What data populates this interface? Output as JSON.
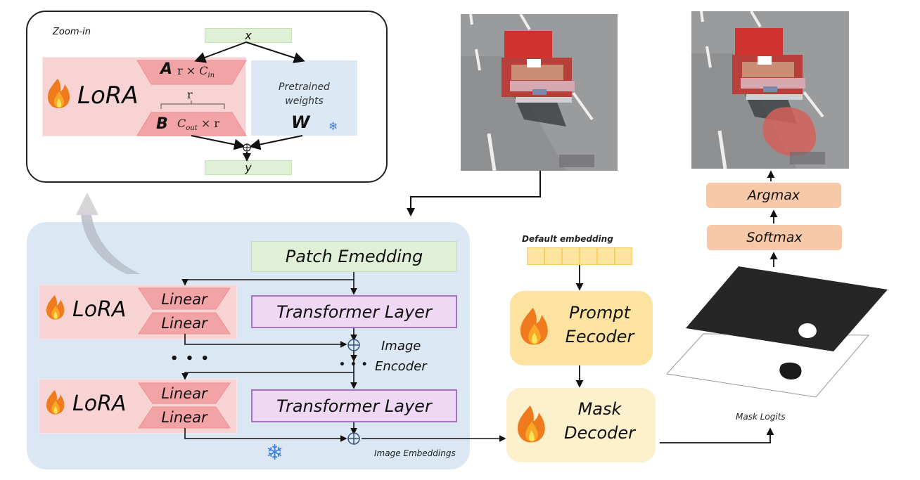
{
  "zoom_in": {
    "title": "Zoom-in",
    "x_label": "x",
    "y_label": "y",
    "lora_label": "LoRA",
    "A_label": "A",
    "A_dims": "r × C_in",
    "B_label": "B",
    "B_dims": "C_out × r",
    "rank_label": "r",
    "pretrained_label_line1": "Pretrained",
    "pretrained_label_line2": "weights",
    "W_label": "W",
    "frozen_icon": "snowflake-icon",
    "trainable_icon": "flame-icon"
  },
  "encoder": {
    "patch_embedding": "Patch Emedding",
    "transformer_layer_1": "Transformer Layer",
    "transformer_layer_2": "Transformer Layer",
    "lora_1": {
      "label": "LoRA",
      "linear_top": "Linear",
      "linear_bottom": "Linear"
    },
    "lora_2": {
      "label": "LoRA",
      "linear_top": "Linear",
      "linear_bottom": "Linear"
    },
    "ellipsis": "• • •",
    "encoder_label_line1": "Image",
    "encoder_label_line2": "Encoder",
    "frozen_icon": "snowflake-icon",
    "output_label": "Image Embeddings"
  },
  "decoder": {
    "default_embedding_label": "Default embedding",
    "default_embedding_cells": 6,
    "prompt_encoder_line1": "Prompt",
    "prompt_encoder_line2": "Eecoder",
    "mask_decoder_line1": "Mask",
    "mask_decoder_line2": "Decoder",
    "mask_logits_label": "Mask Logits"
  },
  "postprocess": {
    "softmax": "Softmax",
    "argmax": "Argmax"
  },
  "images": {
    "input": "Input road image with red truck",
    "output": "Segmented road image with red highlighted region"
  },
  "colors": {
    "lora_pink": "#f8d3d4",
    "trapezoid_pink": "#f2a3a6",
    "encoder_blue": "#dce7f4",
    "patch_green": "#dff0d6",
    "transformer_purple": "#efd8f4",
    "prompt_yellow": "#fde3a0",
    "mask_yellow": "#fdf0cc",
    "step_orange": "#f7c9a8",
    "snowflake_blue": "#3f7fe0",
    "flame_orange": "#f07a1e"
  }
}
